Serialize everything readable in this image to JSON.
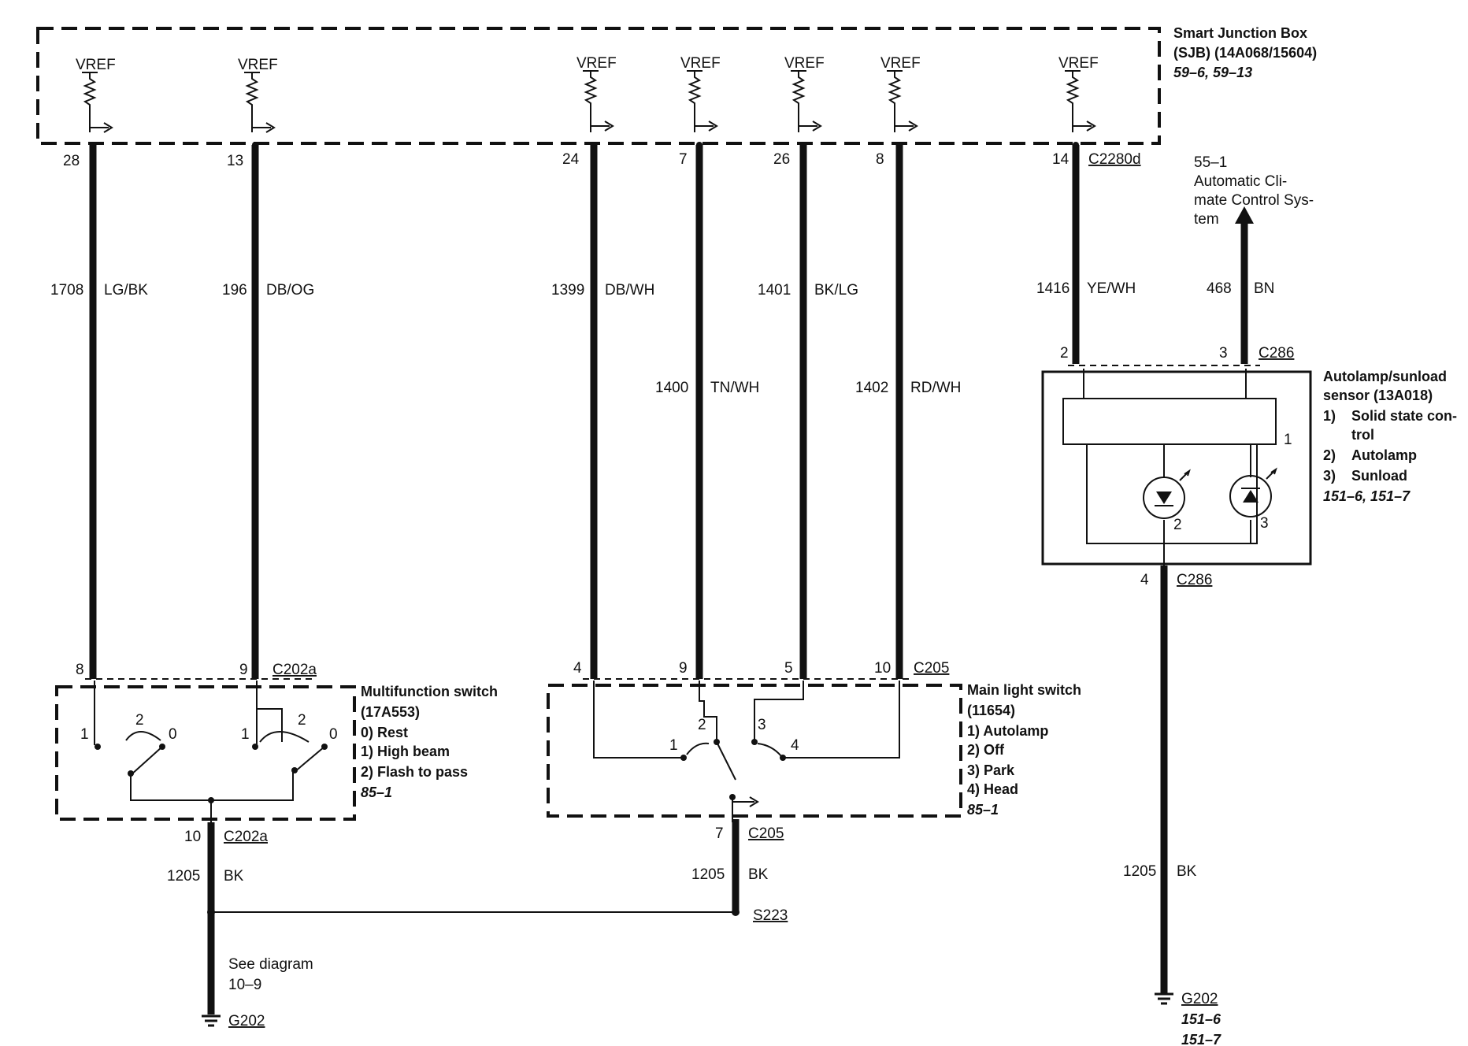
{
  "sjb": {
    "title_line1": "Smart Junction Box",
    "title_line2": "(SJB) (14A068/15604)",
    "ref": "59–6, 59–13",
    "vref": "VREF",
    "connector": "C2280d"
  },
  "sjb_pins": [
    {
      "pin": "28",
      "circuit": "1708",
      "color": "LG/BK"
    },
    {
      "pin": "13",
      "circuit": "196",
      "color": "DB/OG"
    },
    {
      "pin": "24",
      "circuit": "1399",
      "color": "DB/WH"
    },
    {
      "pin": "7",
      "circuit": "1400",
      "color": "TN/WH"
    },
    {
      "pin": "26",
      "circuit": "1401",
      "color": "BK/LG"
    },
    {
      "pin": "8",
      "circuit": "1402",
      "color": "RD/WH"
    },
    {
      "pin": "14",
      "circuit": "1416",
      "color": "YE/WH"
    }
  ],
  "climate": {
    "ref": "55–1",
    "line1": "Automatic Cli-",
    "line2": "mate Control Sys-",
    "line3": "tem",
    "circuit": "468",
    "color": "BN"
  },
  "sensor": {
    "title_line1": "Autolamp/sunload",
    "title_line2": "sensor (13A018)",
    "item1_num": "1)",
    "item1_line1": "Solid state con-",
    "item1_line2": "trol",
    "item2_num": "2)",
    "item2": "Autolamp",
    "item3_num": "3)",
    "item3": "Sunload",
    "ref": "151–6, 151–7",
    "connector": "C286",
    "pin_top_left": "2",
    "pin_top_right": "3",
    "pin_bottom": "4",
    "label_1": "1",
    "label_2": "2",
    "label_3": "3",
    "ground_circuit": "1205",
    "ground_color": "BK",
    "ground": "G202",
    "ground_ref1": "151–6",
    "ground_ref2": "151–7"
  },
  "mfs": {
    "title_line1": "Multifunction switch",
    "title_line2": "(17A553)",
    "item0": "0)   Rest",
    "item1": "1)   High beam",
    "item2": "2)   Flash to pass",
    "ref": "85–1",
    "connector": "C202a",
    "pin_a": "8",
    "pin_b": "9",
    "pin_ground": "10",
    "pos1": "1",
    "pos2": "2",
    "pos0": "0",
    "ground_circuit": "1205",
    "ground_color": "BK",
    "see_line1": "See diagram",
    "see_line2": "10–9",
    "ground": "G202"
  },
  "mls": {
    "title_line1": "Main light switch",
    "title_line2": "(11654)",
    "item1": "1)   Autolamp",
    "item2": "2)   Off",
    "item3": "3)   Park",
    "item4": "4)   Head",
    "ref": "85–1",
    "connector": "C205",
    "pin_a": "4",
    "pin_b": "9",
    "pin_c": "5",
    "pin_d": "10",
    "pin_ground": "7",
    "pos1": "1",
    "pos2": "2",
    "pos3": "3",
    "pos4": "4",
    "ground_circuit": "1205",
    "ground_color": "BK",
    "splice": "S223"
  }
}
